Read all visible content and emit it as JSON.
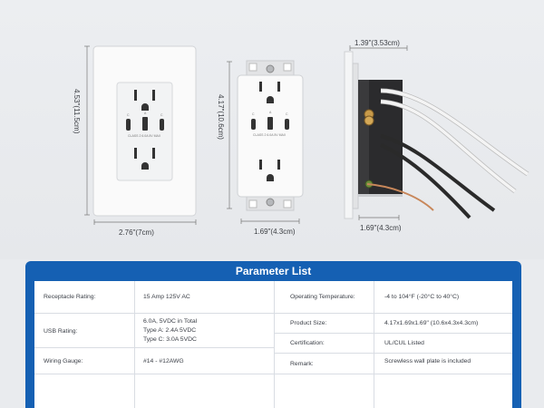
{
  "dimensions": {
    "plate_height": "4.53\"(11.5cm)",
    "plate_width": "2.76\"(7cm)",
    "outlet_height": "4.17\"(10.6cm)",
    "outlet_width": "1.69\"(4.3cm)",
    "side_depth": "1.39\"(3.53cm)",
    "side_width": "1.69\"(4.3cm)"
  },
  "outlet_markings": {
    "plate_usb_text": "CLASS 2 6.0A 5V MAX",
    "outlet_usb_text": "CLASS 2 6.0A 5V MAX",
    "port_c_label": "C",
    "port_a_label": "A"
  },
  "parameters": {
    "title": "Parameter List",
    "left": [
      {
        "label": "Receptacle Rating:",
        "value": [
          "15 Amp 125V AC"
        ]
      },
      {
        "label": "USB Rating:",
        "value": [
          "6.0A, 5VDC in Total",
          "Type A: 2.4A 5VDC",
          "Type C: 3.0A 5VDC"
        ]
      },
      {
        "label": "Wiring Gauge:",
        "value": [
          "#14 - #12AWG"
        ]
      }
    ],
    "right": [
      {
        "label": "Operating Temperature:",
        "value": [
          "-4 to 104°F (-20°C to 40°C)"
        ]
      },
      {
        "label": "Product Size:",
        "value": [
          "4.17x1.69x1.69\" (10.6x4.3x4.3cm)"
        ]
      },
      {
        "label": "Certification:",
        "value": [
          "UL/CUL Listed"
        ]
      },
      {
        "label": "Remark:",
        "value": [
          "Screwless wall plate is included"
        ]
      }
    ]
  },
  "colors": {
    "panel_blue": "#1560b3",
    "wire_black": "#2a2a2a",
    "wire_white": "#f4f4f4",
    "ground_copper": "#c8875a",
    "housing": "#2b2b2d"
  }
}
